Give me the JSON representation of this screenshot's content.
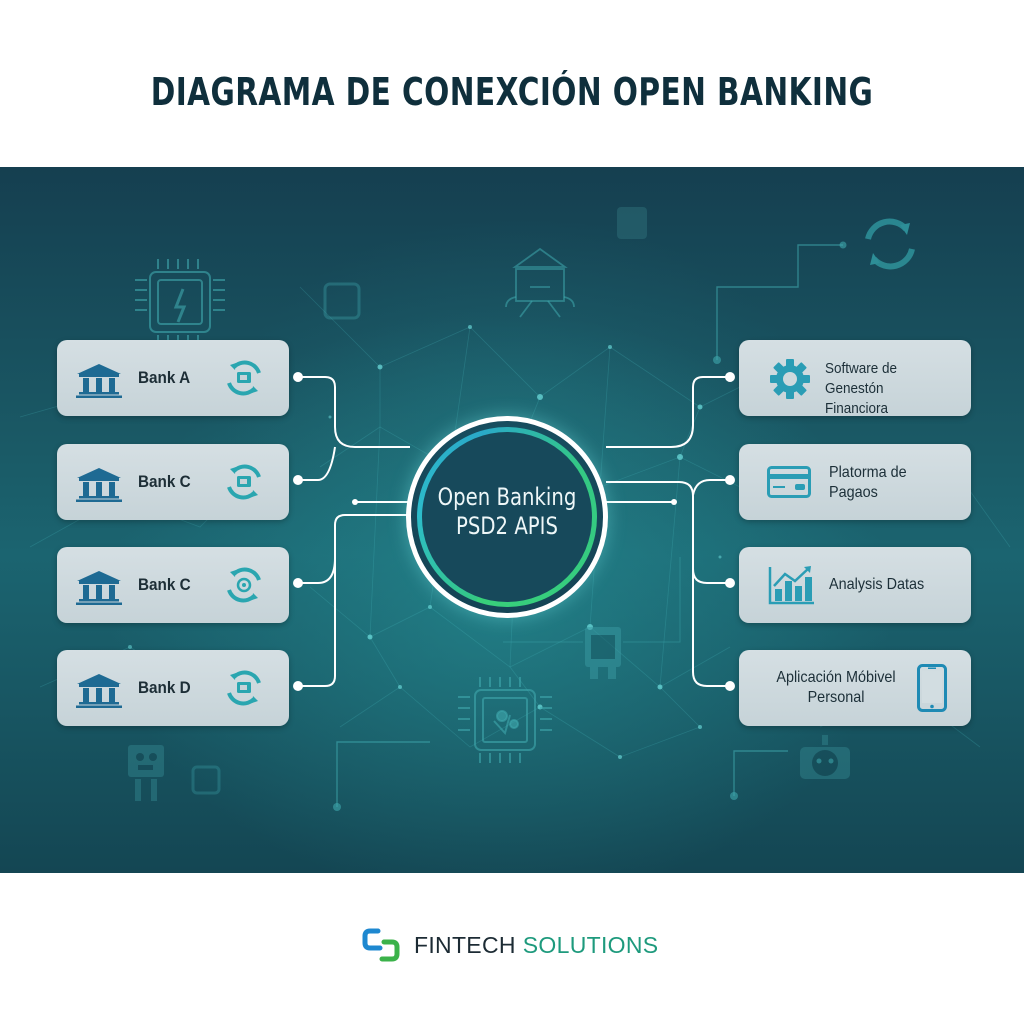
{
  "header": {
    "title": "DIAGRAMA DE CONEXCIÓN OPEN BANKING"
  },
  "hub": {
    "line1": "Open Banking",
    "line2": "PSD2 APIS",
    "icon": "api-hub-circle"
  },
  "banks": [
    {
      "label": "Bank A",
      "icon": "bank-building-icon",
      "status_icon": "sync-card-icon"
    },
    {
      "label": "Bank C",
      "icon": "bank-building-icon",
      "status_icon": "sync-card-icon"
    },
    {
      "label": "Bank C",
      "icon": "bank-building-icon",
      "status_icon": "sync-gear-icon"
    },
    {
      "label": "Bank D",
      "icon": "bank-building-icon",
      "status_icon": "sync-card-icon"
    }
  ],
  "services": [
    {
      "line1": "Software de Genestón",
      "line2": "Financiora",
      "icon": "gear-icon"
    },
    {
      "line1": "Platorma de",
      "line2": "Pagaos",
      "icon": "credit-card-icon"
    },
    {
      "line1": "Analysis Datas",
      "line2": "",
      "icon": "bar-chart-trend-icon"
    },
    {
      "line1": "Aplicación Móbivel",
      "line2": "Personal",
      "icon": "mobile-phone-icon"
    }
  ],
  "footer": {
    "brand_part1": "FINTECH",
    "brand_part2": "SOLUTIONS",
    "logo_icon": "fintech-logo-icon"
  },
  "colors": {
    "title": "#0f2f3c",
    "panel_dark": "#153f50",
    "panel_teal": "#1b6470",
    "card_bg": "#cfdade",
    "bank_icon": "#1e6a93",
    "sync_icon": "#2aa6b0",
    "ring_green": "#34c884",
    "ring_cyan": "#2dbccb",
    "brand_green": "#1e9a7d",
    "logo_blue": "#1e88d0",
    "logo_green": "#3bb24a"
  }
}
